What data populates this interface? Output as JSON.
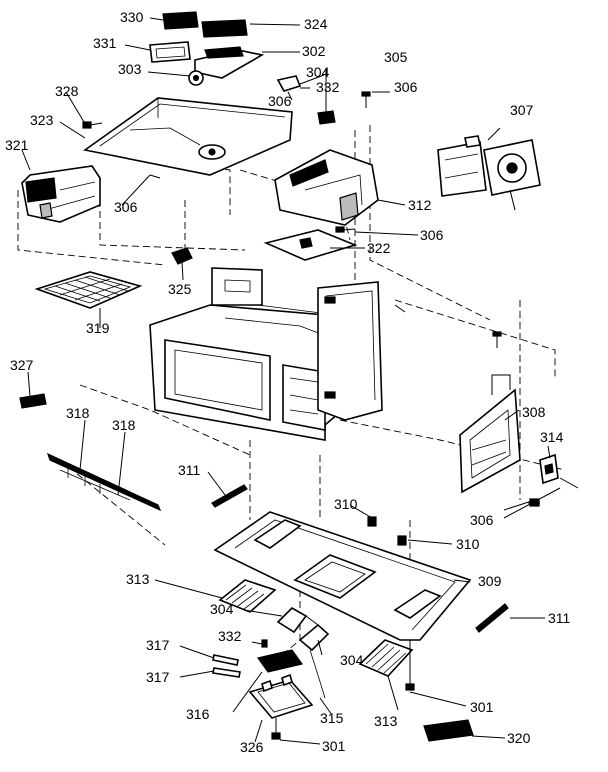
{
  "diagram": {
    "callouts": [
      {
        "id": "330",
        "text": "330"
      },
      {
        "id": "324",
        "text": "324"
      },
      {
        "id": "331",
        "text": "331"
      },
      {
        "id": "302",
        "text": "302"
      },
      {
        "id": "305",
        "text": "305"
      },
      {
        "id": "303",
        "text": "303"
      },
      {
        "id": "304a",
        "text": "304"
      },
      {
        "id": "332a",
        "text": "332"
      },
      {
        "id": "306a",
        "text": "306"
      },
      {
        "id": "328",
        "text": "328"
      },
      {
        "id": "306b",
        "text": "306"
      },
      {
        "id": "307",
        "text": "307"
      },
      {
        "id": "323",
        "text": "323"
      },
      {
        "id": "321",
        "text": "321"
      },
      {
        "id": "306c",
        "text": "306"
      },
      {
        "id": "312",
        "text": "312"
      },
      {
        "id": "306d",
        "text": "306"
      },
      {
        "id": "322",
        "text": "322"
      },
      {
        "id": "325",
        "text": "325"
      },
      {
        "id": "319",
        "text": "319"
      },
      {
        "id": "327",
        "text": "327"
      },
      {
        "id": "318a",
        "text": "318"
      },
      {
        "id": "318b",
        "text": "318"
      },
      {
        "id": "308",
        "text": "308"
      },
      {
        "id": "314",
        "text": "314"
      },
      {
        "id": "311a",
        "text": "311"
      },
      {
        "id": "310a",
        "text": "310"
      },
      {
        "id": "306e",
        "text": "306"
      },
      {
        "id": "310b",
        "text": "310"
      },
      {
        "id": "313a",
        "text": "313"
      },
      {
        "id": "309",
        "text": "309"
      },
      {
        "id": "304b",
        "text": "304"
      },
      {
        "id": "311b",
        "text": "311"
      },
      {
        "id": "317a",
        "text": "317"
      },
      {
        "id": "332b",
        "text": "332"
      },
      {
        "id": "317b",
        "text": "317"
      },
      {
        "id": "304c",
        "text": "304"
      },
      {
        "id": "301a",
        "text": "301"
      },
      {
        "id": "316",
        "text": "316"
      },
      {
        "id": "315",
        "text": "315"
      },
      {
        "id": "313b",
        "text": "313"
      },
      {
        "id": "320",
        "text": "320"
      },
      {
        "id": "326",
        "text": "326"
      },
      {
        "id": "301b",
        "text": "301"
      }
    ]
  }
}
